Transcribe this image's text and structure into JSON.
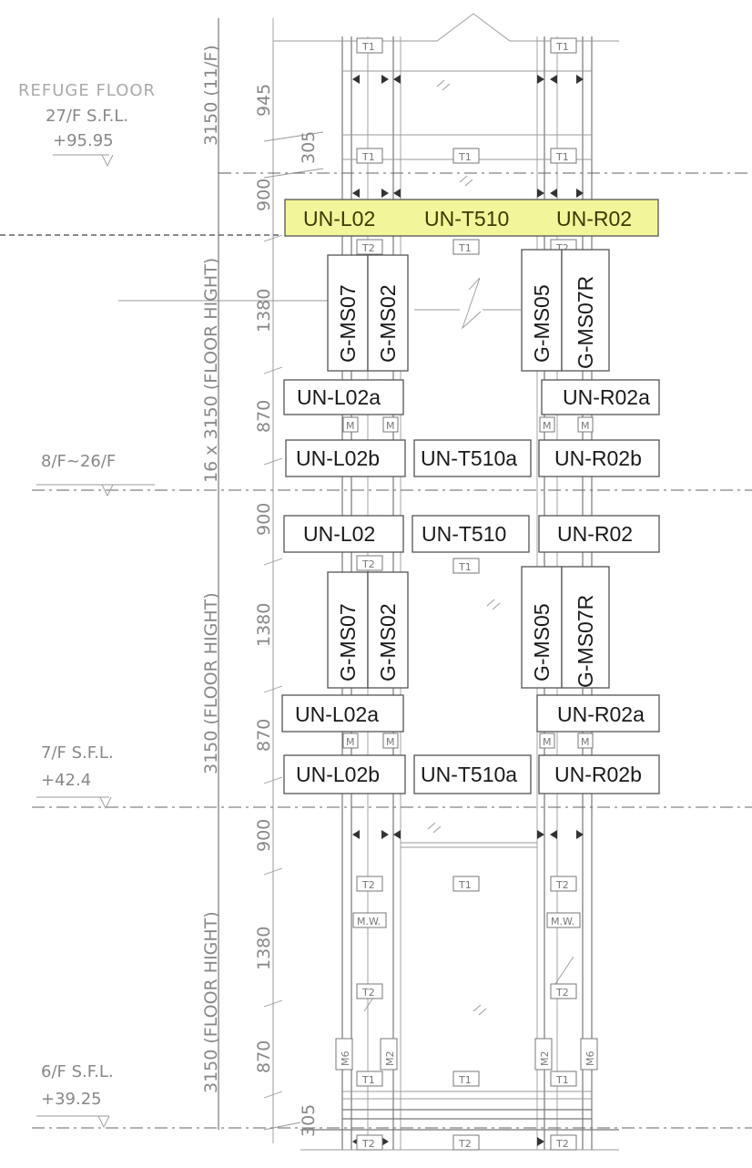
{
  "levels": {
    "refuge": {
      "line1": "REFUGE FLOOR",
      "line2": "27/F S.F.L.",
      "value": "+95.95"
    },
    "typical": {
      "label": "8/F~26/F"
    },
    "f7": {
      "line1": "7/F S.F.L.",
      "value": "+42.4"
    },
    "f6": {
      "line1": "6/F S.F.L.",
      "value": "+39.25"
    }
  },
  "dimensions": {
    "heights": [
      "945",
      "305",
      "900",
      "1380",
      "870",
      "900",
      "1380",
      "870",
      "900",
      "1380",
      "870",
      "305"
    ],
    "titles": [
      "3150 (11/F)",
      "16 x 3150 (FLOOR HIGHT)",
      "3150 (FLOOR HIGHT)",
      "3150 (FLOOR HIGHT)"
    ]
  },
  "panels": {
    "top_row": [
      "UN-L02",
      "UN-T510",
      "UN-R02"
    ],
    "upper": {
      "vertical": [
        "G-MS07",
        "G-MS02",
        "G-MS05",
        "G-MS07R"
      ],
      "row_a": [
        "UN-L02a",
        "UN-R02a"
      ],
      "row_b": [
        "UN-L02b",
        "UN-T510a",
        "UN-R02b"
      ],
      "row_c": [
        "UN-L02",
        "UN-T510",
        "UN-R02"
      ]
    },
    "lower": {
      "vertical": [
        "G-MS07",
        "G-MS02",
        "G-MS05",
        "G-MS07R"
      ],
      "row_a": [
        "UN-L02a",
        "UN-R02a"
      ],
      "row_b": [
        "UN-L02b",
        "UN-T510a",
        "UN-R02b"
      ]
    }
  },
  "tags": {
    "t1": "T1",
    "t2": "T2",
    "m": "M",
    "m2": "M2",
    "m6": "M6",
    "mw": "M.W."
  },
  "colors": {
    "highlight": "#f3f59a"
  }
}
